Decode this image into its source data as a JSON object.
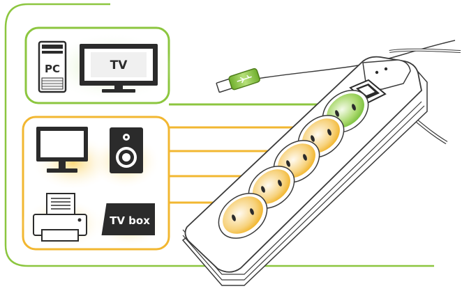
{
  "colors": {
    "master_green": "#7ec242",
    "slave_orange": "#f2b731",
    "strip_body": "#ffffff",
    "strip_outline": "#3a3a3a",
    "device_dark": "#2b2b2b",
    "usb_green": "#8cc63f"
  },
  "master_group": {
    "devices": [
      {
        "icon": "pc-tower-icon",
        "label": "PC"
      },
      {
        "icon": "tv-icon",
        "label": "TV"
      }
    ]
  },
  "slave_group": {
    "devices": [
      {
        "icon": "monitor-icon",
        "label": ""
      },
      {
        "icon": "speaker-icon",
        "label": ""
      },
      {
        "icon": "printer-icon",
        "label": ""
      },
      {
        "icon": "tv-box-icon",
        "label": "TV box"
      }
    ]
  },
  "power_strip": {
    "master_sockets": 1,
    "slave_sockets": 4,
    "has_switch": true,
    "has_usb_cable": true
  }
}
